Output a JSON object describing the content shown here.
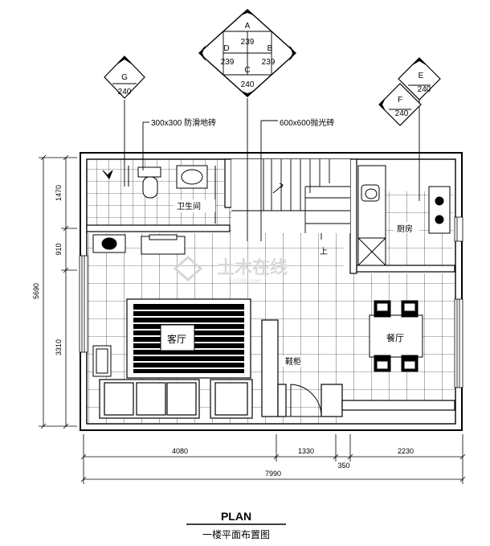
{
  "plan": {
    "title": "PLAN",
    "subtitle": "一楼平面布置图"
  },
  "rooms": {
    "bathroom": "卫生间",
    "living_room": "客厅",
    "kitchen": "厨房",
    "dining_room": "餐厅",
    "shoe_cabinet": "鞋柜",
    "stair_up": "上"
  },
  "materials": {
    "bath_floor": "300x300 防滑地砖",
    "main_floor": "600x600抛光砖"
  },
  "elevation_tags": {
    "G": {
      "letter": "G",
      "value": "240"
    },
    "A": {
      "letter": "A",
      "value": "239"
    },
    "B": {
      "letter": "B",
      "value": "239"
    },
    "C": {
      "letter": "C",
      "value": "240"
    },
    "D": {
      "letter": "D",
      "value": "239"
    },
    "E": {
      "letter": "E",
      "value": "240"
    },
    "F": {
      "letter": "F",
      "value": "240"
    }
  },
  "dimensions": {
    "left_total": "5690",
    "left_top": "1470",
    "left_mid": "910",
    "left_bottom": "3310",
    "bottom_a": "4080",
    "bottom_b": "1330",
    "bottom_c": "2230",
    "bottom_gap": "350",
    "bottom_total": "7990"
  },
  "watermark": {
    "text": "土木在线",
    "sub": "co188.com"
  }
}
